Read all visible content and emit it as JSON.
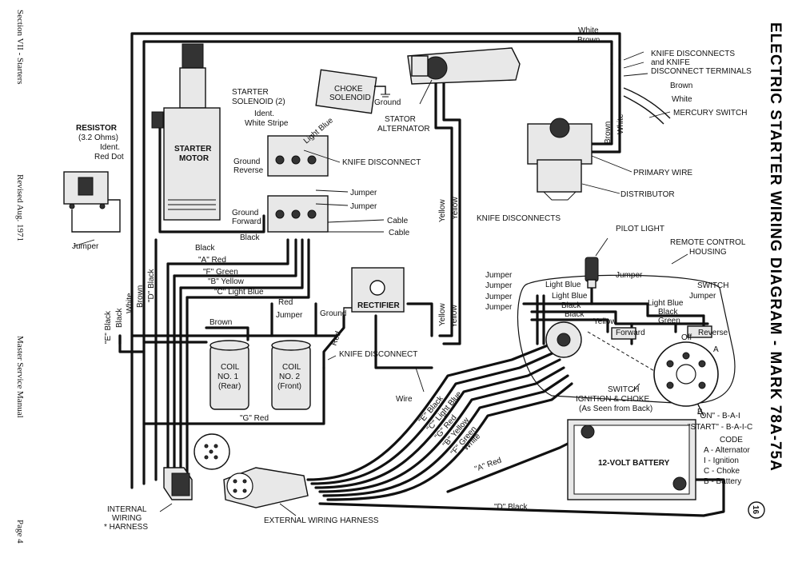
{
  "title": "ELECTRIC STARTER WIRING DIAGRAM - MARK 78A-75A",
  "left_margin": {
    "section": "Section VII - Starters",
    "revised": "Revised Aug. 1971",
    "manual": "Master Service Manual",
    "page": "Page 4"
  },
  "badge": "16",
  "labels": {
    "white_top": "White",
    "brown_top": "Brown",
    "knife_terminals_1": "KNIFE DISCONNECTS",
    "knife_terminals_2": "and KNIFE",
    "knife_terminals_3": "DISCONNECT TERMINALS",
    "brown_right": "Brown",
    "white_right": "White",
    "mercury_switch": "MERCURY SWITCH",
    "brown_vert": "Brown",
    "white_vert": "White",
    "primary_wire": "PRIMARY WIRE",
    "distributor": "DISTRIBUTOR",
    "choke_solenoid_1": "CHOKE",
    "choke_solenoid_2": "SOLENOID",
    "ground_choke": "Ground",
    "starter_solenoid_1": "STARTER",
    "starter_solenoid_2": "SOLENOID (2)",
    "ident_white_1": "Ident.",
    "ident_white_2": "White Stripe",
    "light_blue_diag": "Light Blue",
    "stator_1": "STATOR",
    "stator_2": "ALTERNATOR",
    "starter_motor_1": "STARTER",
    "starter_motor_2": "MOTOR",
    "ground_reverse_1": "Ground",
    "ground_reverse_2": "Reverse",
    "knife_disconnect_1": "KNIFE DISCONNECT",
    "jumper_1": "Jumper",
    "jumper_2": "Jumper",
    "ground_forward_1": "Ground",
    "ground_forward_2": "Forward",
    "cable_1": "Cable",
    "cable_2": "Cable",
    "black_sol": "Black",
    "resistor_1": "RESISTOR",
    "resistor_2": "(3.2 Ohms)",
    "resistor_3": "Ident.",
    "resistor_4": "Red Dot",
    "jumper_res": "Jumper",
    "black_h": "Black",
    "a_red": "\"A\" Red",
    "f_green": "\"F\" Green",
    "b_yellow": "\"B\" Yellow",
    "c_lightblue": "\"C\" Light Blue",
    "d_black_v": "\"D\" Black",
    "brown_v": "Brown",
    "white_v": "White",
    "black_v": "Black",
    "e_black_v": "\"E\" Black",
    "yellow_v1": "Yellow",
    "yellow_v2": "Yellow",
    "knife_disconnects_mid": "KNIFE DISCONNECTS",
    "red_coil": "Red",
    "jumper_coil": "Jumper",
    "brown_coil": "Brown",
    "coil1_1": "COIL",
    "coil1_2": "NO. 1",
    "coil1_3": "(Rear)",
    "coil2_1": "COIL",
    "coil2_2": "NO. 2",
    "coil2_3": "(Front)",
    "ground_rect": "Ground",
    "rectifier": "RECTIFIER",
    "red_rect": "Red",
    "yellow_rect1": "Yellow",
    "yellow_rect2": "Yellow",
    "knife_disconnect_2": "KNIFE DISCONNECT",
    "wire": "Wire",
    "g_red": "\"G\" Red",
    "pilot_light": "PILOT LIGHT",
    "remote_1": "REMOTE CONTROL",
    "remote_2": "HOUSING",
    "jumper_r1": "Jumper",
    "jumper_r2": "Jumper",
    "jumper_r3": "Jumper",
    "jumper_r4": "Jumper",
    "lb_r1": "Light Blue",
    "lb_r2": "Light Blue",
    "black_r1": "Black",
    "black_r2": "Black",
    "jumper_r5": "Jumper",
    "switch_r": "SWITCH",
    "jumper_r6": "Jumper",
    "lb_r3": "Light Blue",
    "black_r3": "Black",
    "yellow_r": "Yellow",
    "green_r": "Green",
    "forward": "Forward",
    "reverse": "Reverse",
    "off": "Off",
    "switch_ic_1": "SWITCH",
    "switch_ic_2": "IGNITION & CHOKE",
    "switch_ic_3": "(As Seen from Back)",
    "harness_e": "\"E\" Black",
    "harness_c": "\"C\" Light Blue",
    "harness_g": "\"G\" Red",
    "harness_b": "\"B\" Yellow",
    "harness_f": "\"F\" Green",
    "harness_w": "White",
    "a_red_batt": "\"A\" Red",
    "on_code": "\"ON\" - B-A-I",
    "start_code": "\"START\" - B-A-I-C",
    "code": "CODE",
    "code_a": "A  -  Alternator",
    "code_i": "I   -  Ignition",
    "code_c": "C  -  Choke",
    "code_b": "B  -  Battery",
    "battery": "12-VOLT BATTERY",
    "d_black_batt": "\"D\" Black",
    "internal_1": "INTERNAL",
    "internal_2": "WIRING",
    "internal_3": "* HARNESS",
    "external": "EXTERNAL WIRING HARNESS",
    "sw_a": "A",
    "sw_b": "B"
  }
}
